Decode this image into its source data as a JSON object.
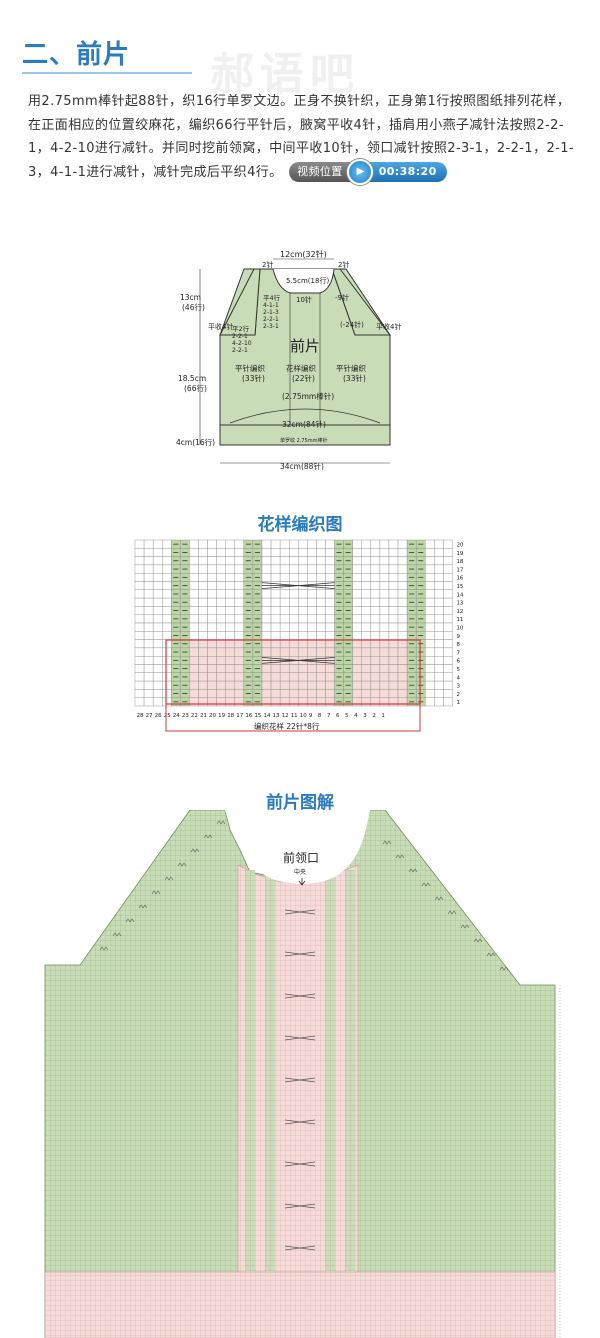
{
  "header": {
    "title": "二、前片",
    "watermark": "郝语吧"
  },
  "intro": {
    "text": "用2.75mm棒针起88针，织16行单罗文边。正身不换针织，正身第1行按照图纸排列花样，在正面相应的位置绞麻花，编织66行平针后，腋窝平收4针，插肩用小燕子减针法按照2-2-1，4-2-10进行减针。并同时挖前领窝，中间平收10针，领口减针按照2-3-1，2-2-1，2-1-3，4-1-1进行减针，减针完成后平织4行。",
    "video_label": "视频位置",
    "video_time": "00:38:20"
  },
  "schematic": {
    "title": "前片",
    "top_width": "12cm(32针)",
    "two_stitch_left": "2针",
    "two_stitch_right": "2针",
    "neck_depth": "5.5cm(18行)",
    "center_cast": "10针",
    "left_neck_dec": "-9针",
    "right_neck_dec": "(-24针)",
    "neck_steps_header": "平4行",
    "neck_steps": [
      "4-1-1",
      "2-1-3",
      "2-2-1",
      "2-3-1"
    ],
    "raglan_steps_header": "平2行",
    "raglan_steps": [
      "2-2-1",
      "4-2-10",
      "2-2-1"
    ],
    "raglan_height": "13cm",
    "raglan_rows": "(46行)",
    "underarm_left": "平收4针",
    "underarm_right": "平收4针",
    "left_panel": [
      "平针编织",
      "(33针)"
    ],
    "center_panel": [
      "花样编织",
      "(22针)"
    ],
    "right_panel": [
      "平针编织",
      "(33针)"
    ],
    "needle": "(2.75mm棒针)",
    "body_height": "18.5cm",
    "body_rows": "(66行)",
    "hem_width": "32cm(84针)",
    "hem_note": "单罗纹 2.75mm棒针",
    "hem_height": "4cm(16行)",
    "bottom_width": "34cm(88针)"
  },
  "pattern_chart": {
    "title": "花样编织图",
    "row_numbers": [
      "20",
      "19",
      "18",
      "17",
      "16",
      "15",
      "14",
      "13",
      "12",
      "11",
      "10",
      "9",
      "8",
      "7",
      "6",
      "5",
      "4",
      "3",
      "2",
      "1"
    ],
    "col_numbers": [
      "28",
      "27",
      "26",
      "25",
      "24",
      "23",
      "22",
      "21",
      "20",
      "19",
      "18",
      "17",
      "16",
      "15",
      "14",
      "13",
      "12",
      "11",
      "10",
      "9",
      "8",
      "7",
      "6",
      "5",
      "4",
      "3",
      "2",
      "1"
    ],
    "repeat_note": "编织花样 22针*8行"
  },
  "front_diagram": {
    "title": "前片图解",
    "neck_label": "前领口",
    "center_label": "中央"
  },
  "colors": {
    "accent_blue": "#2b7bc0",
    "pattern_green": "#bcd6a6",
    "pattern_pink": "#f6dcd8",
    "outline_red": "#d8343a",
    "diagram_green": "#c9dcb8"
  }
}
